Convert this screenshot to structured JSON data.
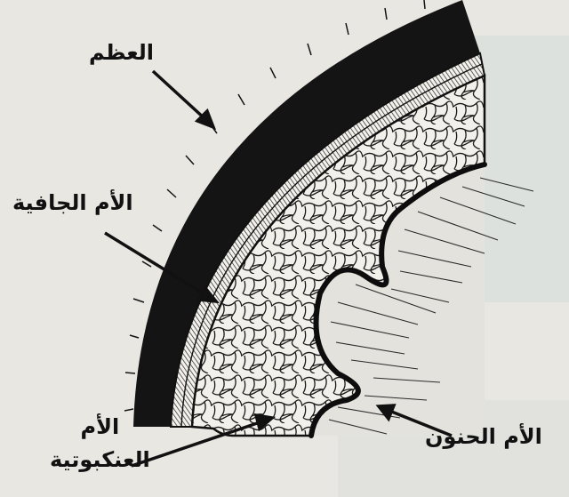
{
  "labels": {
    "bone": "العظم",
    "dura_mater": "الأم الجافية",
    "arachnoid_line1": "الأم",
    "arachnoid_line2": "العنكبوتية",
    "pia_mater": "الأم الحنون"
  },
  "colors": {
    "background": "#e9e7e2",
    "bone": "#141414",
    "ink": "#111111",
    "tissue": "#f2f0ea"
  }
}
